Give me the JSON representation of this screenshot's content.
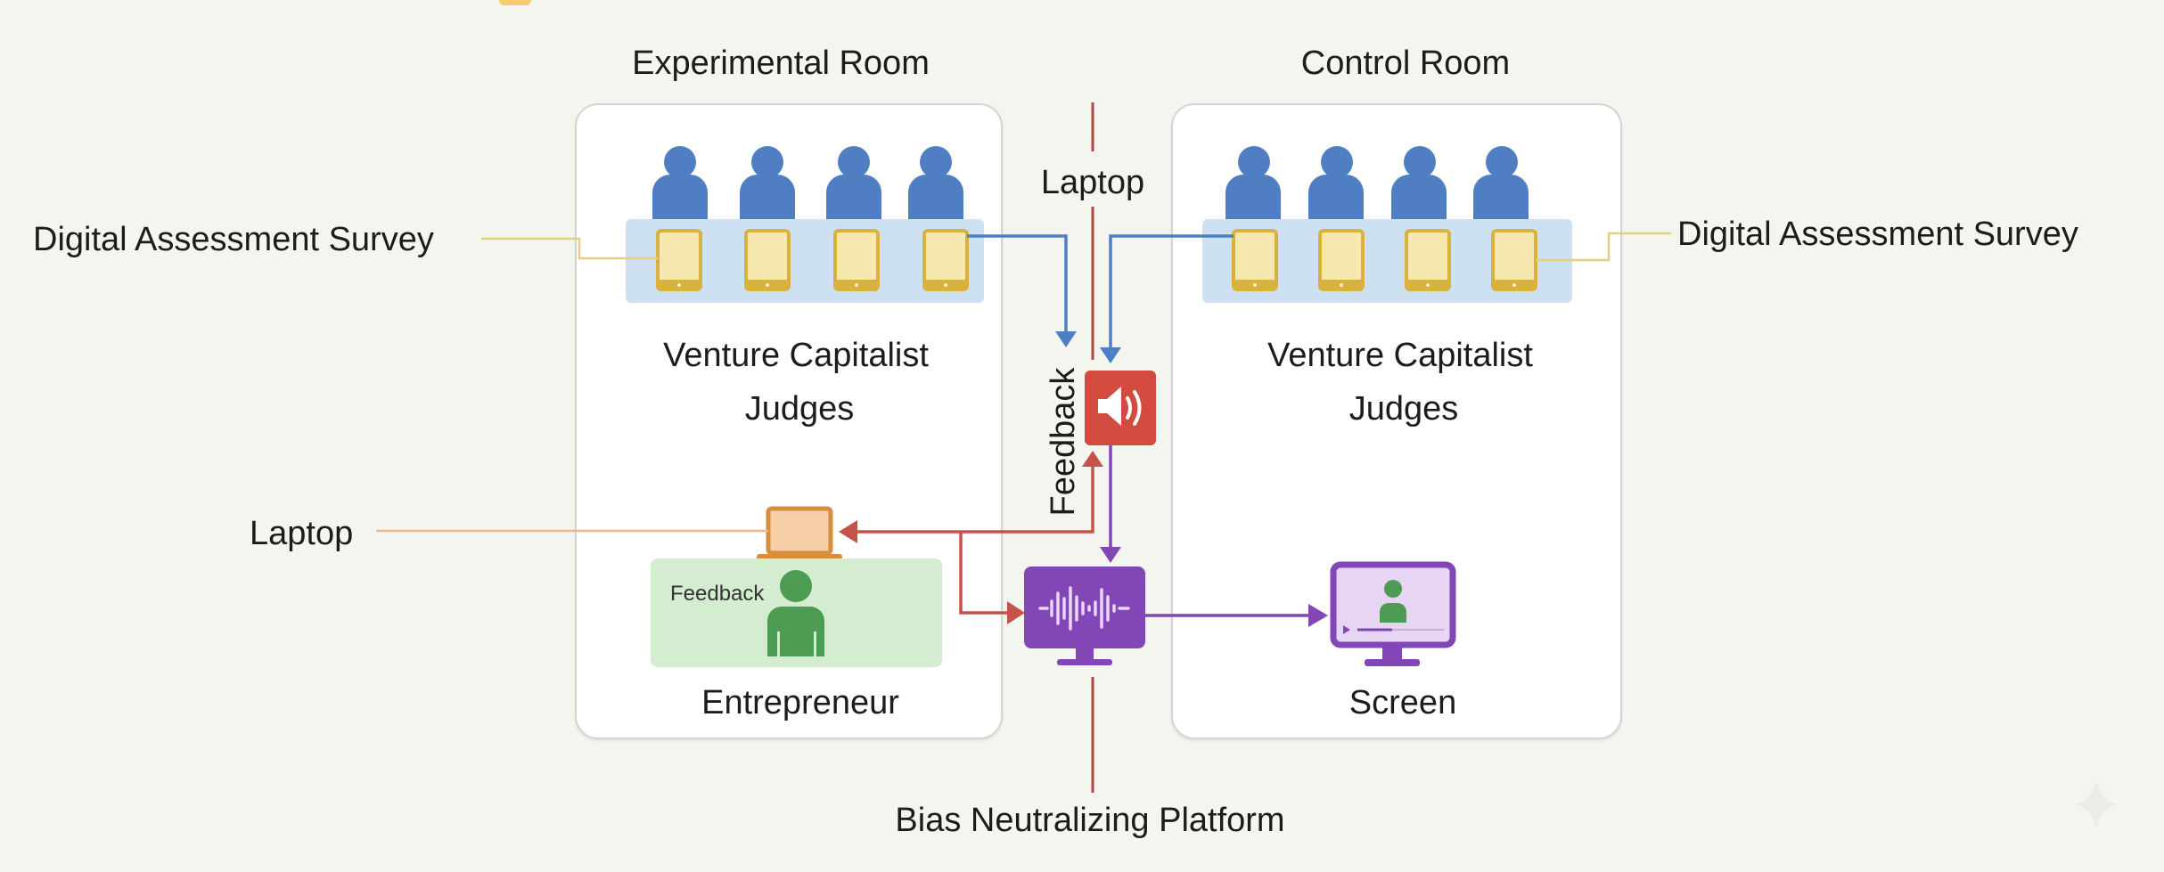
{
  "diagram": {
    "rooms": {
      "experimental": {
        "title": "Experimental Room",
        "judges_label_line1": "Venture Capitalist",
        "judges_label_line2": "Judges",
        "entrepreneur_label": "Entrepreneur",
        "entrepreneur_feedback_label": "Feedback"
      },
      "control": {
        "title": "Control Room",
        "judges_label_line1": "Venture Capitalist",
        "judges_label_line2": "Judges",
        "screen_label": "Screen"
      }
    },
    "callouts": {
      "survey_left": "Digital Assessment Survey",
      "survey_right": "Digital Assessment Survey",
      "laptop_left": "Laptop",
      "laptop_top": "Laptop",
      "feedback_vertical": "Feedback",
      "platform": "Bias Neutralizing Platform"
    },
    "judges_per_room": 4,
    "colors": {
      "judge_blue": "#4f7fc2",
      "desk_blue": "#cde1f3",
      "tablet_yellow": "#f7e8b0",
      "tablet_border": "#d9b23e",
      "entrepreneur_green": "#4e9b54",
      "entrepreneur_bg": "#d4ecd0",
      "speaker_red": "#d24b3e",
      "platform_purple": "#8346b6",
      "laptop_orange": "#f2c08f",
      "divider_red": "#b04848"
    }
  }
}
